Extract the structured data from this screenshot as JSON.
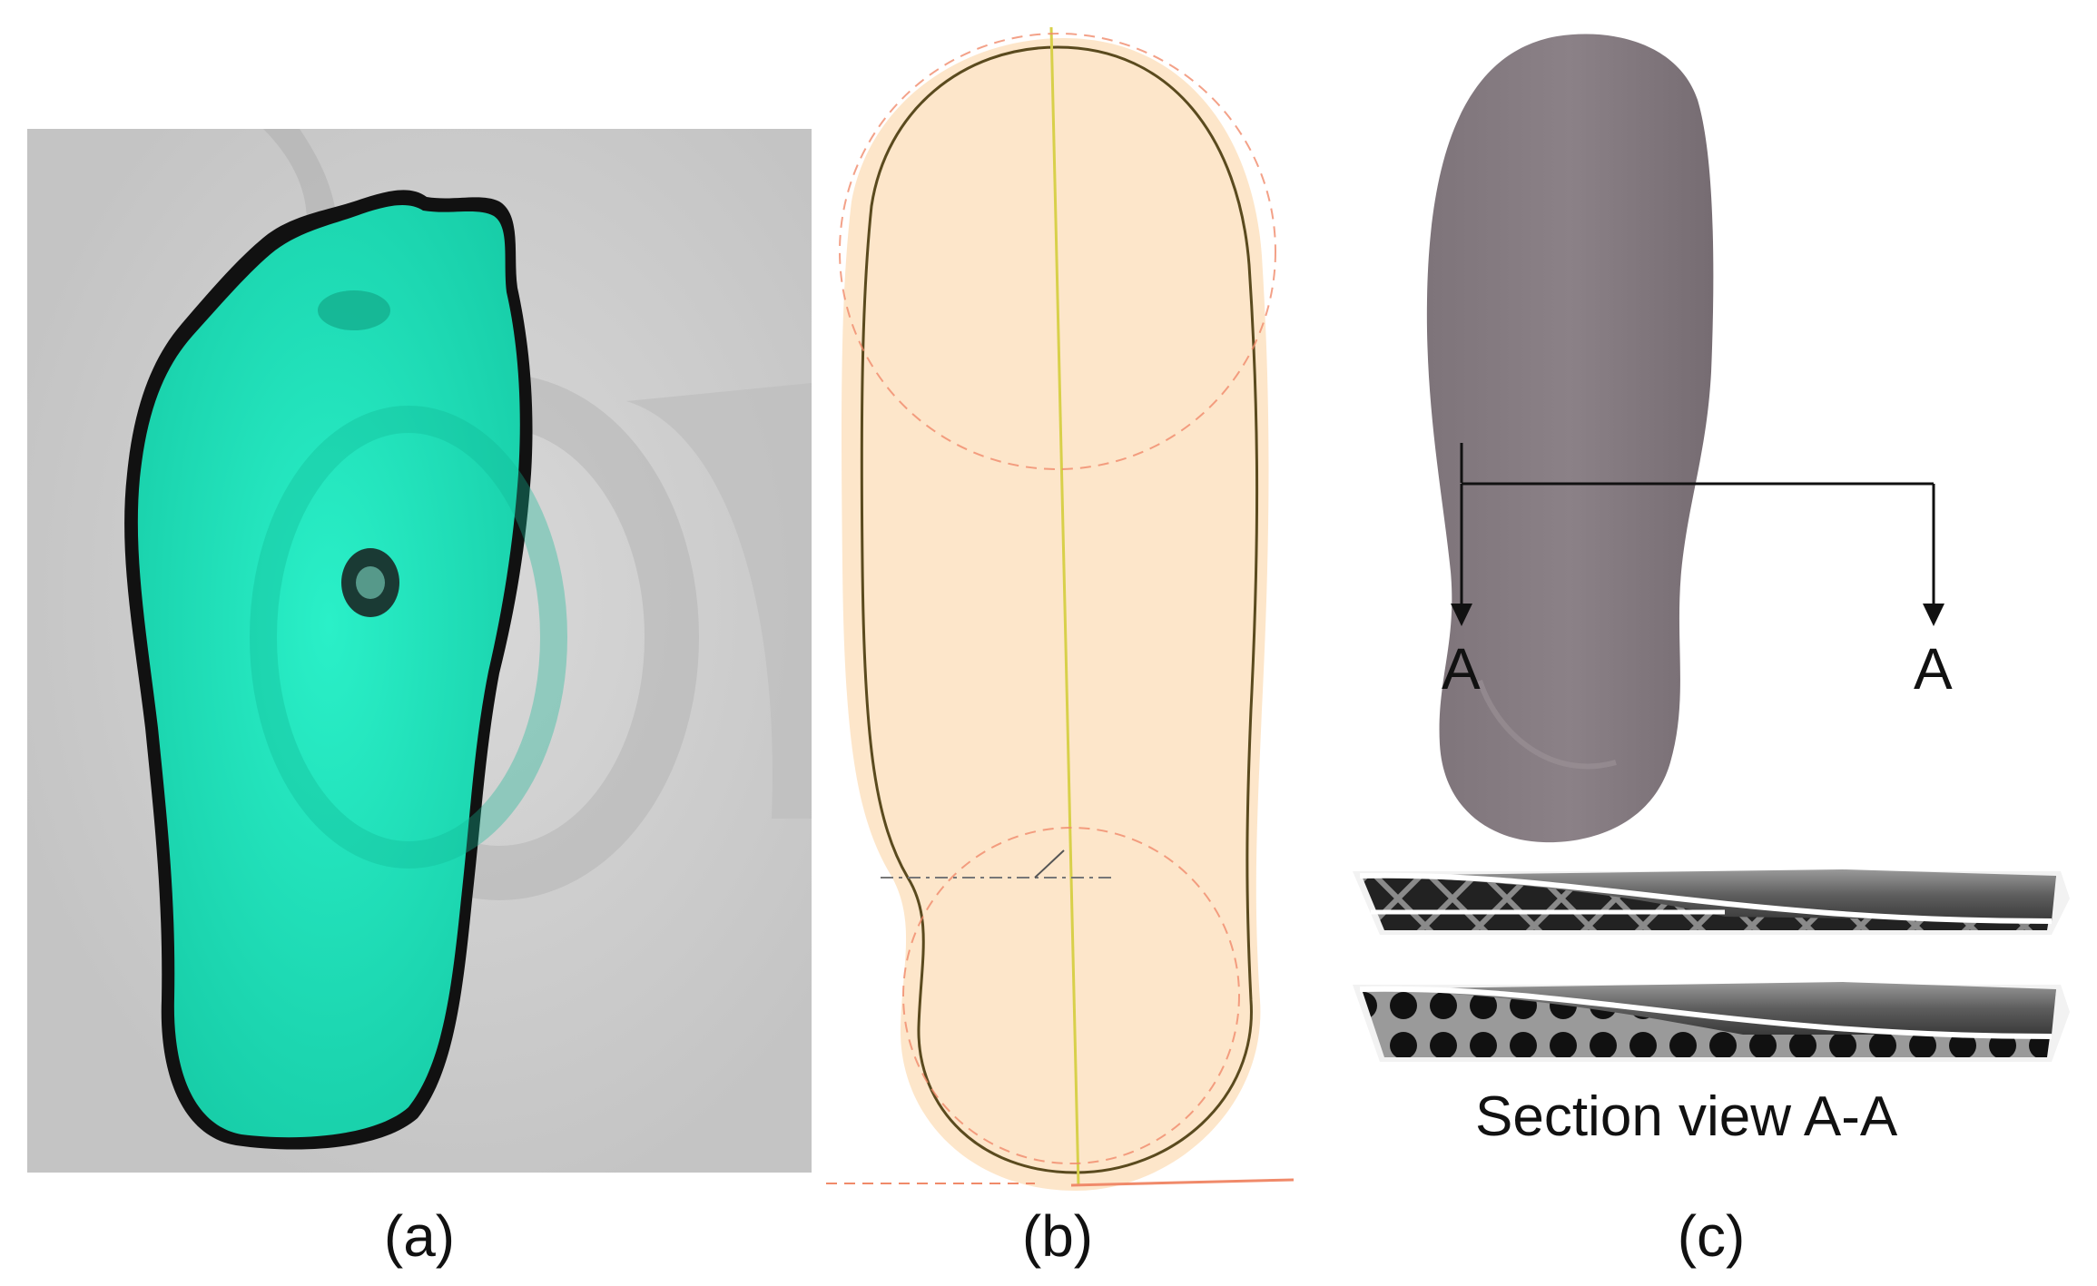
{
  "figure": {
    "panels": [
      {
        "id": "a",
        "caption": "(a)"
      },
      {
        "id": "b",
        "caption": "(b)"
      },
      {
        "id": "c",
        "caption": "(c)"
      }
    ],
    "section_marker_left": "A",
    "section_marker_right": "A",
    "section_view_title": "Section view A-A"
  },
  "colors": {
    "scan_background": "#cfcfcf",
    "foot_scan": "#1fe3bd",
    "outline_fill": "#fde3c4",
    "outline_stroke": "#5a4a1e",
    "center_line": "#d8d04a",
    "dashed_circle": "#f08a6a",
    "insole_body": "#867c82",
    "lattice_dark": "#2a2a2a"
  }
}
